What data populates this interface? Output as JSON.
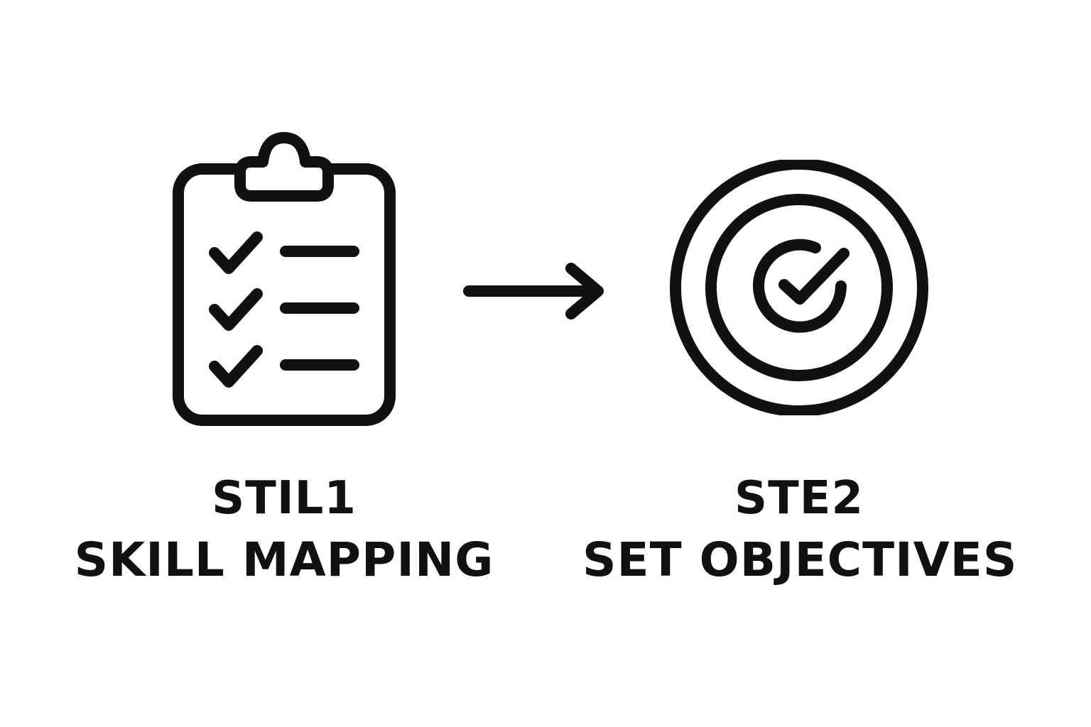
{
  "steps": [
    {
      "step_text": "STIL1",
      "title": "SKILL MAPPING",
      "icon": "clipboard-checklist-icon"
    },
    {
      "step_text": "STE2",
      "title": "SET OBJECTIVES",
      "icon": "target-check-icon"
    }
  ],
  "connector_icon": "arrow-right-icon",
  "colors": {
    "stroke": "#111111",
    "background": "#ffffff"
  }
}
